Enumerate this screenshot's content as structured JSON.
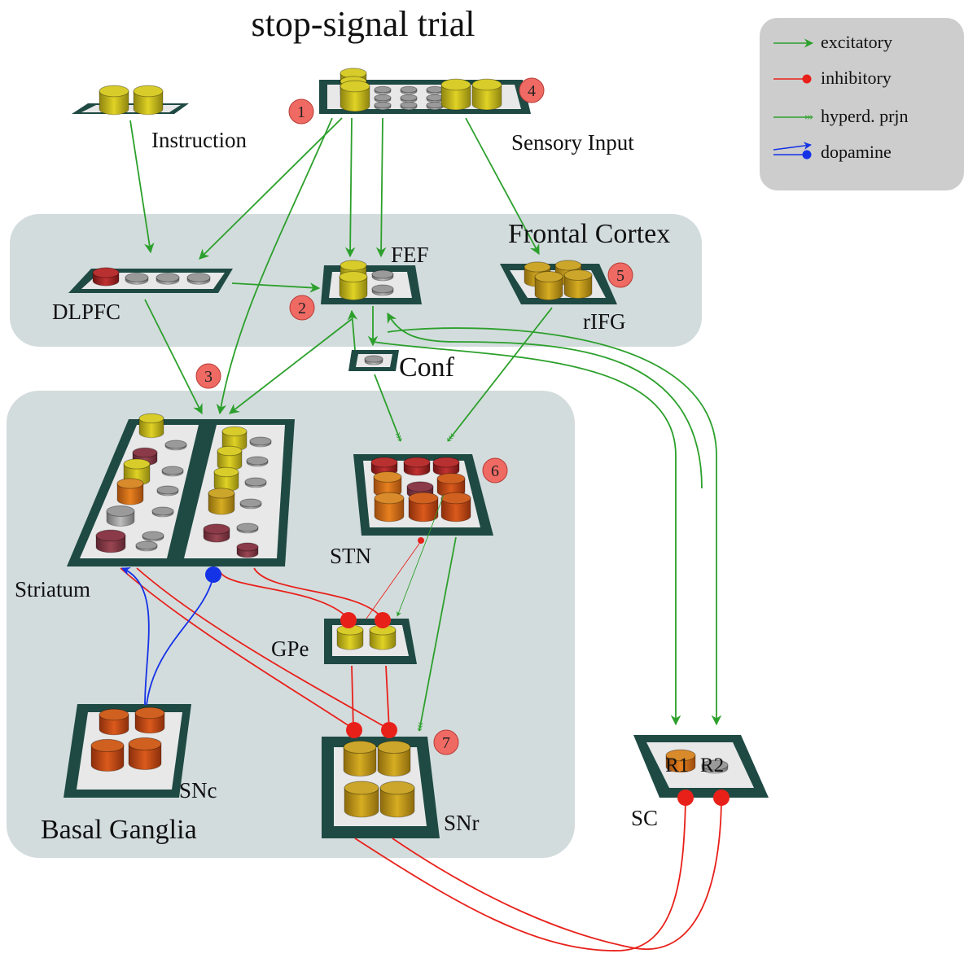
{
  "title": "stop-signal trial",
  "legend": [
    {
      "label": "excitatory",
      "type": "excitatory",
      "color": "#2ca02c"
    },
    {
      "label": "inhibitory",
      "type": "inhibitory",
      "color": "#e8201a"
    },
    {
      "label": "hyperd. prjn",
      "type": "hyperdirect",
      "color": "#2ca02c"
    },
    {
      "label": "dopamine",
      "type": "dopamine",
      "color": "#1432e6"
    }
  ],
  "regions": {
    "frontal": "Frontal Cortex",
    "basal": "Basal Ganglia"
  },
  "layers": {
    "instruction": "Instruction",
    "sensory": "Sensory Input",
    "dlpfc": "DLPFC",
    "fef": "FEF",
    "rifg": "rIFG",
    "conf": "Conf",
    "striatum": "Striatum",
    "stn": "STN",
    "gpe": "GPe",
    "snc": "SNc",
    "snr": "SNr",
    "sc": "SC",
    "sc_r1": "R1",
    "sc_r2": "R2"
  },
  "markers": [
    "1",
    "2",
    "3",
    "4",
    "5",
    "6",
    "7"
  ],
  "colors": {
    "excitatory": "#2ca02c",
    "inhibitory": "#e8201a",
    "dopamine": "#1432e6",
    "region_bg": "#d3dcdd",
    "layer_frame": "#1f4a44",
    "marker_fill": "#f06a64",
    "legend_bg": "#cdcdcd"
  }
}
